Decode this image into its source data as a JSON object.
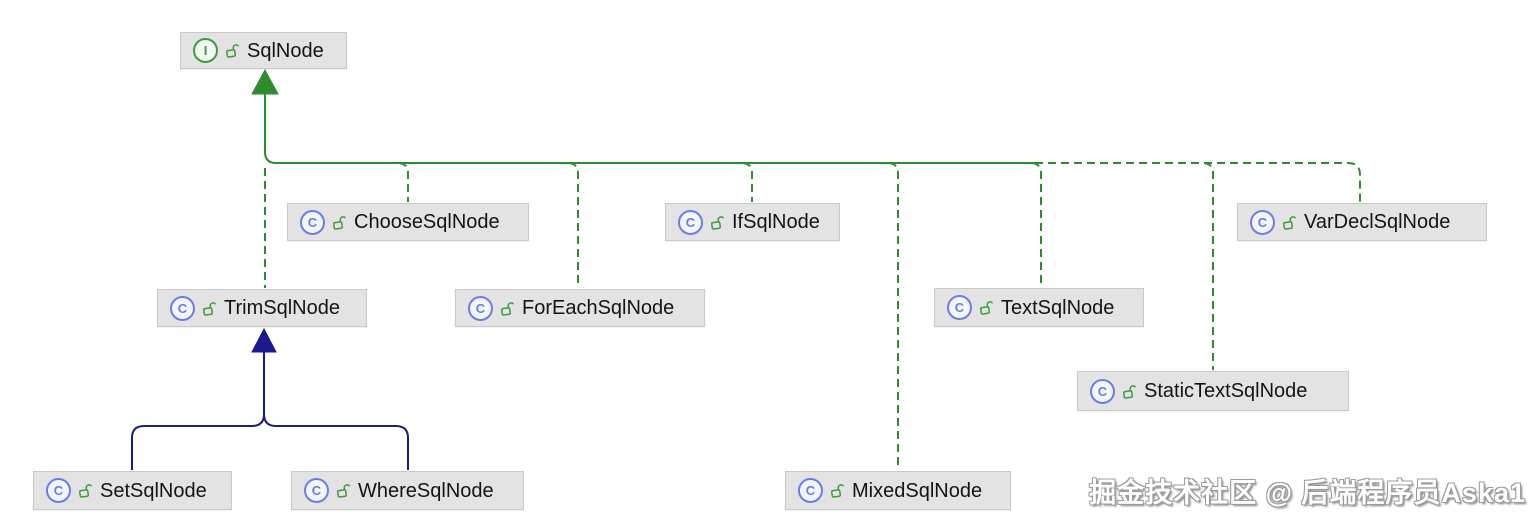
{
  "diagram": {
    "kind": "uml-class-diagram",
    "subject": "SqlNode hierarchy",
    "watermark": "掘金技术社区 @ 后端程序员Aska1",
    "colors": {
      "background": "#FFFFFF",
      "node_background": "#E3E3E3",
      "node_border": "#C9C9C9",
      "realization_edge_green": "#2E8B2E",
      "inheritance_edge_navy": "#1A1A8C",
      "class_icon_blue": "#6B7CE8",
      "interface_icon_green": "#3E9B3E",
      "lock_icon_green": "#3E9B3E"
    },
    "nodes": [
      {
        "name": "SqlNode",
        "label": "SqlNode",
        "kind": "interface",
        "icon_letter": "I",
        "visibility": "public"
      },
      {
        "name": "ChooseSqlNode",
        "label": "ChooseSqlNode",
        "kind": "class",
        "icon_letter": "C",
        "visibility": "public"
      },
      {
        "name": "IfSqlNode",
        "label": "IfSqlNode",
        "kind": "class",
        "icon_letter": "C",
        "visibility": "public"
      },
      {
        "name": "VarDeclSqlNode",
        "label": "VarDeclSqlNode",
        "kind": "class",
        "icon_letter": "C",
        "visibility": "public"
      },
      {
        "name": "TrimSqlNode",
        "label": "TrimSqlNode",
        "kind": "class",
        "icon_letter": "C",
        "visibility": "public"
      },
      {
        "name": "ForEachSqlNode",
        "label": "ForEachSqlNode",
        "kind": "class",
        "icon_letter": "C",
        "visibility": "public"
      },
      {
        "name": "TextSqlNode",
        "label": "TextSqlNode",
        "kind": "class",
        "icon_letter": "C",
        "visibility": "public"
      },
      {
        "name": "StaticTextSqlNode",
        "label": "StaticTextSqlNode",
        "kind": "class",
        "icon_letter": "C",
        "visibility": "public"
      },
      {
        "name": "SetSqlNode",
        "label": "SetSqlNode",
        "kind": "class",
        "icon_letter": "C",
        "visibility": "public"
      },
      {
        "name": "WhereSqlNode",
        "label": "WhereSqlNode",
        "kind": "class",
        "icon_letter": "C",
        "visibility": "public"
      },
      {
        "name": "MixedSqlNode",
        "label": "MixedSqlNode",
        "kind": "class",
        "icon_letter": "C",
        "visibility": "public"
      }
    ],
    "edges": [
      {
        "from": "TrimSqlNode",
        "to": "SqlNode",
        "type": "realization"
      },
      {
        "from": "ChooseSqlNode",
        "to": "SqlNode",
        "type": "realization"
      },
      {
        "from": "ForEachSqlNode",
        "to": "SqlNode",
        "type": "realization"
      },
      {
        "from": "IfSqlNode",
        "to": "SqlNode",
        "type": "realization"
      },
      {
        "from": "MixedSqlNode",
        "to": "SqlNode",
        "type": "realization"
      },
      {
        "from": "TextSqlNode",
        "to": "SqlNode",
        "type": "realization"
      },
      {
        "from": "StaticTextSqlNode",
        "to": "SqlNode",
        "type": "realization"
      },
      {
        "from": "VarDeclSqlNode",
        "to": "SqlNode",
        "type": "realization"
      },
      {
        "from": "SetSqlNode",
        "to": "TrimSqlNode",
        "type": "inheritance"
      },
      {
        "from": "WhereSqlNode",
        "to": "TrimSqlNode",
        "type": "inheritance"
      }
    ]
  }
}
